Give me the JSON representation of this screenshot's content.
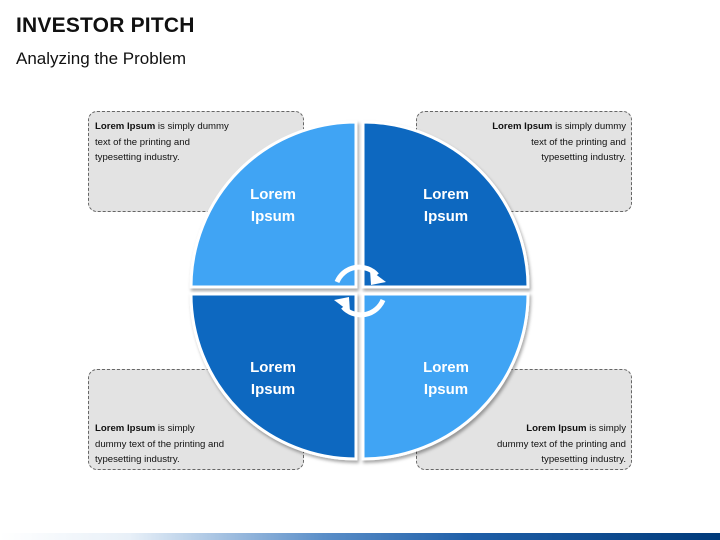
{
  "header": {
    "title": "INVESTOR PITCH",
    "subtitle": "Analyzing the Problem"
  },
  "colors": {
    "light_blue": "#3fa4f4",
    "dark_blue": "#0a68c0",
    "note_background": "#e3e3e3"
  },
  "quadrants": [
    {
      "label_line1": "Lorem",
      "label_line2": "Ipsum"
    },
    {
      "label_line1": "Lorem",
      "label_line2": "Ipsum"
    },
    {
      "label_line1": "Lorem",
      "label_line2": "Ipsum"
    },
    {
      "label_line1": "Lorem",
      "label_line2": "Ipsum"
    }
  ],
  "notes": [
    {
      "bold": "Lorem Ipsum",
      "rest": " is simply dummy",
      "line2": "text of the printing and",
      "line3": "typesetting industry."
    },
    {
      "bold": "Lorem Ipsum",
      "rest": " is simply dummy",
      "line2": "text of the printing and",
      "line3": "typesetting industry."
    },
    {
      "bold": "Lorem Ipsum",
      "rest": " is simply",
      "line2": "dummy text of the printing and",
      "line3": "typesetting industry."
    },
    {
      "bold": "Lorem Ipsum",
      "rest": " is simply",
      "line2": "dummy text of the printing and",
      "line3": "typesetting industry."
    }
  ],
  "icons": {
    "center": "cycle-arrows-icon"
  }
}
